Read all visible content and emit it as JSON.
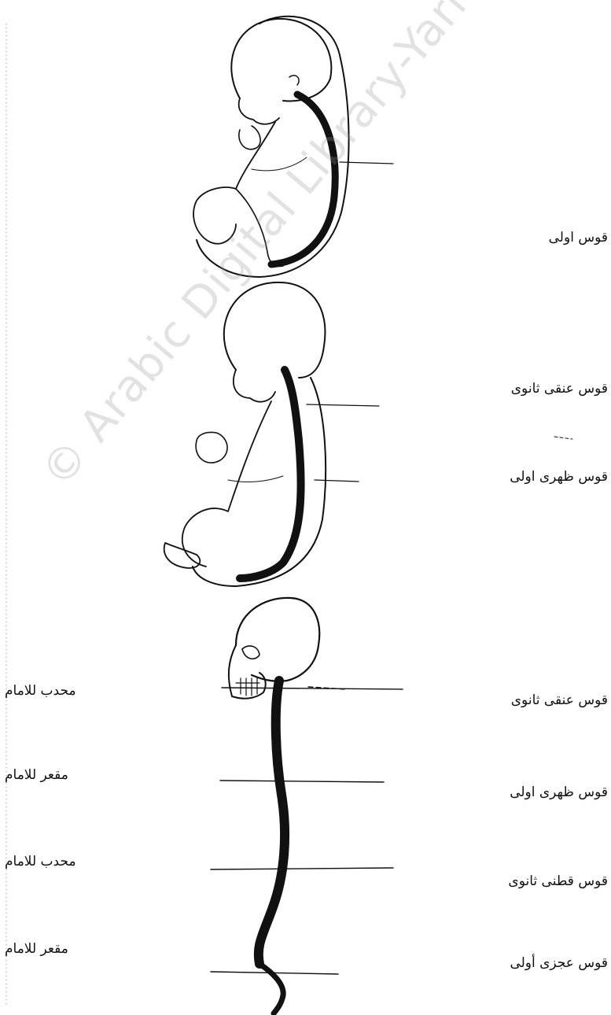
{
  "stages": {
    "embryo": {
      "primary_curve": "قوس اولى"
    },
    "fetus": {
      "cervical": "قوس عنقى ثانوى",
      "thoracic": "قوس ظهرى اولى"
    },
    "adult": {
      "right_labels": [
        "قوس عنقى ثانوى",
        "قوس ظهرى اولى",
        "قوس قطنى ثانوى",
        "قوس عجزى أولى"
      ],
      "left_labels": [
        "محدب للامام",
        "مقعر للامام",
        "محدب للامام",
        "مقعر للامام"
      ]
    }
  },
  "watermark": "© Arabic Digital Library-Yarmouk"
}
